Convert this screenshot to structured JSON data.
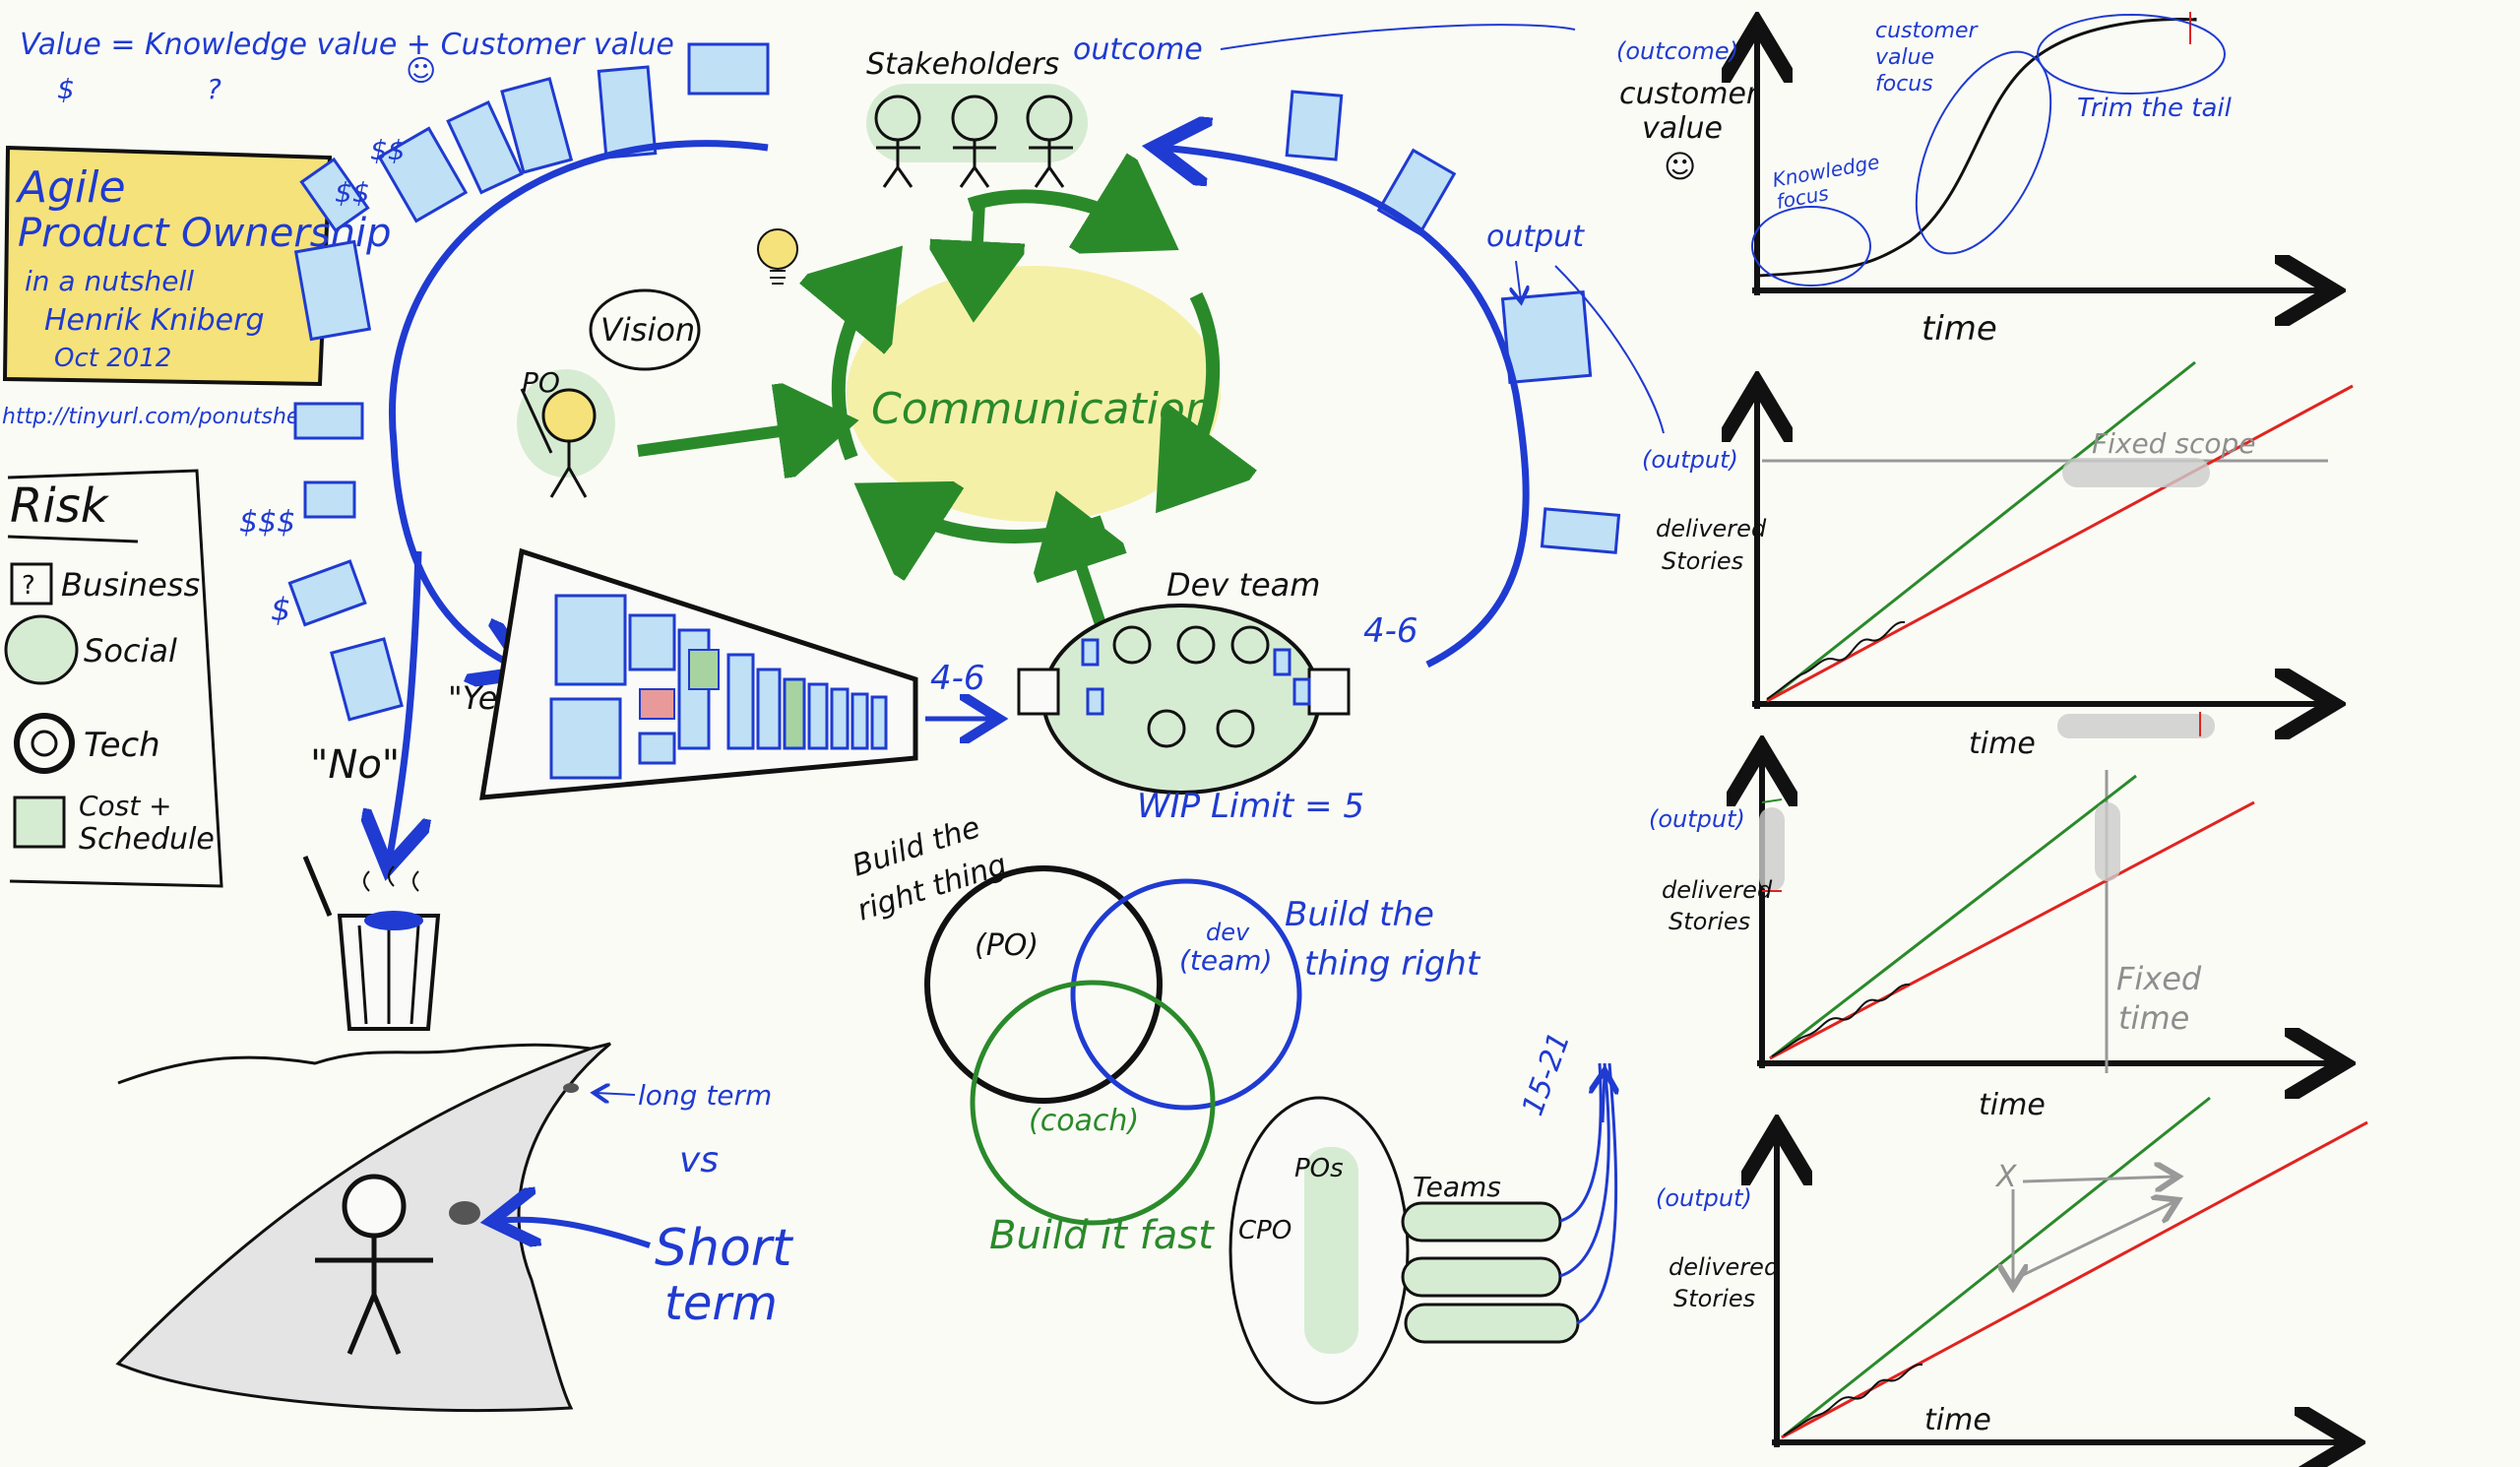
{
  "header": {
    "value_eq": "Value = Knowledge value + Customer value",
    "dollar": "$",
    "question": "?",
    "smiley": "☺"
  },
  "title_card": {
    "line1": "Agile",
    "line2": "Product Ownership",
    "line3": "in a nutshell",
    "author": "Henrik Kniberg",
    "date": "Oct 2012",
    "url": "http://tinyurl.com/ponutshell"
  },
  "risk": {
    "title": "Risk",
    "items": [
      "Business",
      "Social",
      "Tech",
      "Cost +",
      "Schedule"
    ]
  },
  "money_labels": [
    "$$",
    "$$",
    "$$$",
    "$"
  ],
  "center": {
    "stakeholders": "Stakeholders",
    "outcome": "outcome",
    "output": "output",
    "vision": "Vision",
    "po": "PO",
    "communication": "Communication",
    "yes": "\"Yes\"",
    "no": "\"No\"",
    "dev_team": "Dev team",
    "wip": "WIP Limit = 5",
    "rate_in": "4-6",
    "rate_out": "4-6"
  },
  "road": {
    "long_term": "long term",
    "vs": "vs",
    "short": "Short",
    "term": "term"
  },
  "venn": {
    "right_thing": [
      "Build the",
      "right thing"
    ],
    "po": "(PO)",
    "dev": "dev",
    "team": "(team)",
    "thing_right": [
      "Build the",
      "thing right"
    ],
    "coach": "(coach)",
    "fast": "Build it fast"
  },
  "scale": {
    "pos": "POs",
    "cpo": "CPO",
    "teams": "Teams",
    "rate": "15-21"
  },
  "charts": {
    "outcome": {
      "ylabel_tag": "(outcome)",
      "ylabel": [
        "customer",
        "value"
      ],
      "smiley": "☺",
      "xlabel": "time",
      "knowledge": [
        "Knowledge",
        "focus"
      ],
      "customer": [
        "customer",
        "value",
        "focus"
      ],
      "trim": "Trim the tail"
    },
    "fixed_scope": {
      "tag": "(output)",
      "ylabel": [
        "delivered",
        "Stories"
      ],
      "xlabel": "time",
      "scope": "Fixed scope"
    },
    "fixed_time": {
      "tag": "(output)",
      "ylabel": [
        "delivered",
        "Stories"
      ],
      "xlabel": "time",
      "fixed": [
        "Fixed",
        "time"
      ]
    },
    "tradeoff": {
      "tag": "(output)",
      "ylabel": [
        "delivered",
        "Stories"
      ],
      "xlabel": "time",
      "x_mark": "X"
    }
  },
  "colors": {
    "ink_blue": "#1f3bd1",
    "ink_green": "#2a8a2a",
    "ink_red": "#e0241f",
    "sticky": "#bfe0f5",
    "title_yellow": "#f6e27a",
    "group_green": "#d6ecd2",
    "comm_yellow": "#f5f0a8"
  }
}
